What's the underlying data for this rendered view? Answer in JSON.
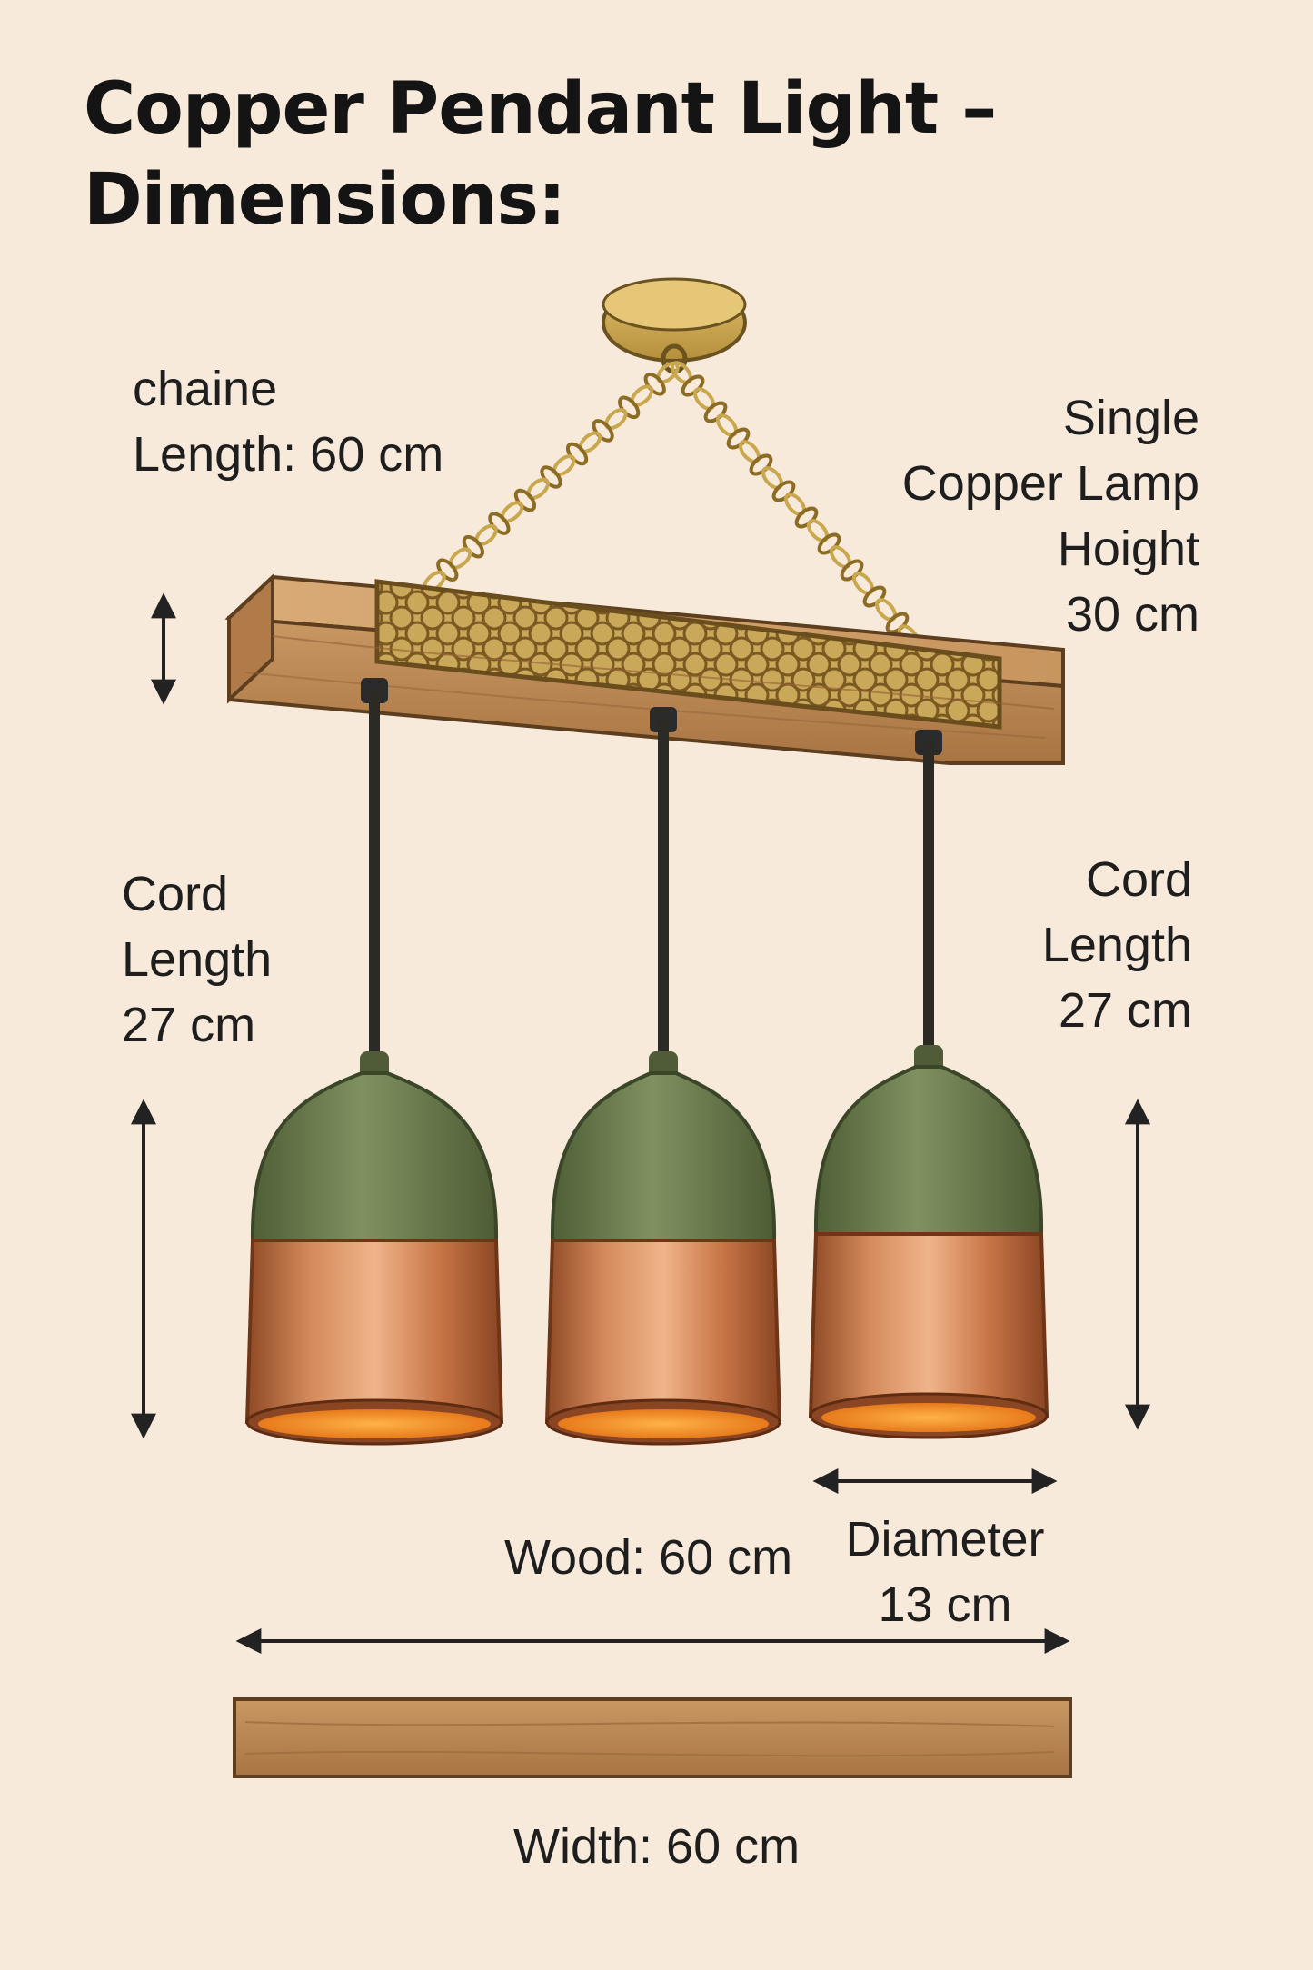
{
  "title": {
    "line1": "Copper Pendant Light –",
    "line2": "Dimensions:"
  },
  "labels": {
    "chain": {
      "line1": "chaine",
      "line2": "Length: 60 cm"
    },
    "lamp_height": {
      "line1": "Single",
      "line2": "Copper Lamp",
      "line3": "Hoight",
      "line4": "30 cm"
    },
    "cord_left": {
      "line1": "Cord",
      "line2": "Length",
      "line3": "27 cm"
    },
    "cord_right": {
      "line1": "Cord",
      "line2": "Length",
      "line3": "27 cm"
    },
    "wood": "Wood: 60 cm",
    "diameter": {
      "line1": "Diameter",
      "line2": "13 cm"
    },
    "width": "Width: 60 cm"
  },
  "colors": {
    "background": "#f7eadb",
    "copper": "#c9784a",
    "patina": "#6f8050",
    "wood": "#b98653",
    "brass": "#c9a74e",
    "inner_glow": "#f08a2a"
  }
}
